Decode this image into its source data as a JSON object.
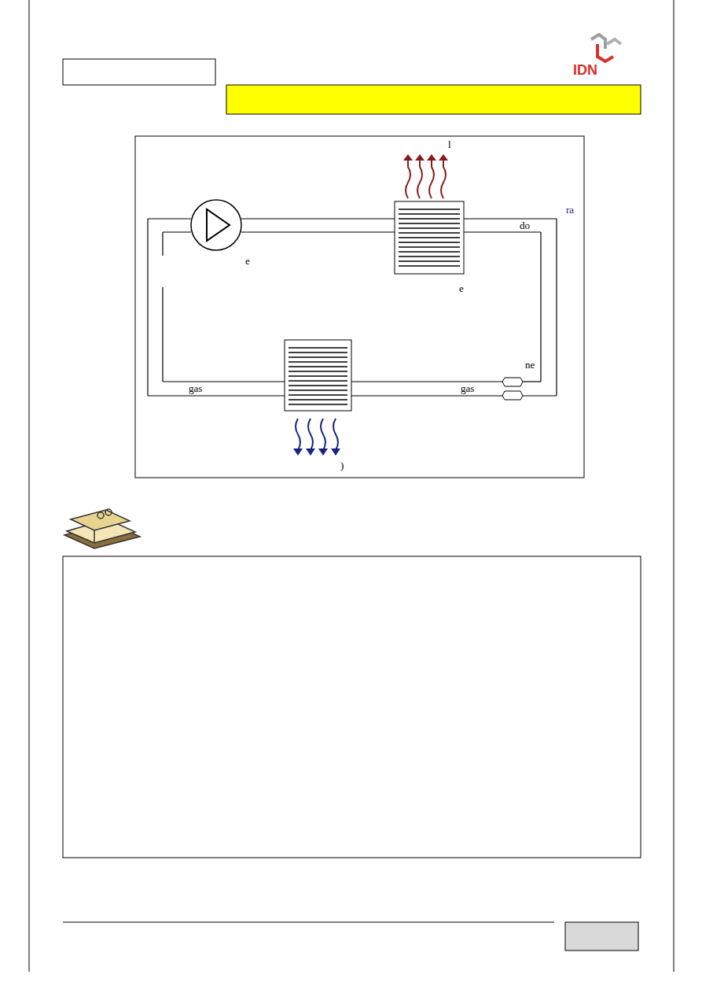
{
  "diagram": {
    "labels": [
      "IDN",
      "l",
      "ra",
      "do",
      "e",
      "e",
      "ne",
      "gas",
      "gas",
      ")"
    ]
  }
}
